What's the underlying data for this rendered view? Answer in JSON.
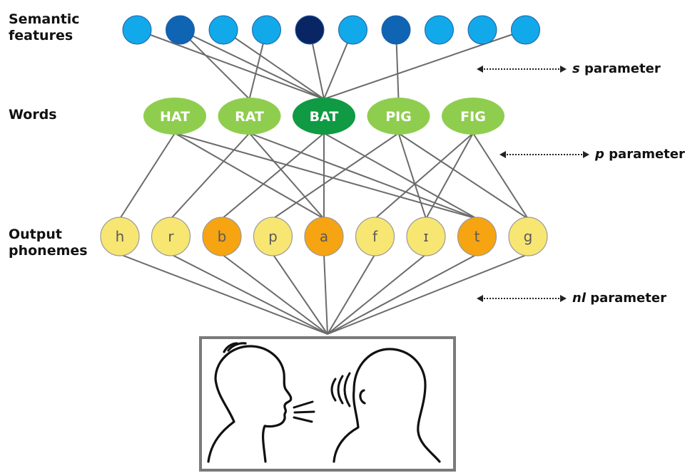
{
  "labels": {
    "semantic_line1": "Semantic",
    "semantic_line2": "features",
    "words": "Words",
    "output_line1": "Output",
    "output_line2": "phonemes"
  },
  "parameters": [
    {
      "var": "s",
      "text": " parameter"
    },
    {
      "var": "p",
      "text": " parameter"
    },
    {
      "var": "nl",
      "text": " parameter"
    }
  ],
  "colors": {
    "feature_light": "#12a9ea",
    "feature_mid": "#0f64b3",
    "feature_dark": "#0a2563",
    "word": "#8fcd4f",
    "word_selected": "#0f9a43",
    "phoneme": "#f8e673",
    "phoneme_active": "#f6a411",
    "edge": "#6b6b6b"
  },
  "features": [
    {
      "shade": "light"
    },
    {
      "shade": "mid"
    },
    {
      "shade": "light"
    },
    {
      "shade": "light"
    },
    {
      "shade": "dark"
    },
    {
      "shade": "light"
    },
    {
      "shade": "mid"
    },
    {
      "shade": "light"
    },
    {
      "shade": "light"
    },
    {
      "shade": "light"
    }
  ],
  "words": [
    {
      "label": "HAT",
      "selected": false
    },
    {
      "label": "RAT",
      "selected": false
    },
    {
      "label": "BAT",
      "selected": true
    },
    {
      "label": "PIG",
      "selected": false
    },
    {
      "label": "FIG",
      "selected": false
    }
  ],
  "phonemes": [
    {
      "label": "h",
      "active": false
    },
    {
      "label": "r",
      "active": false
    },
    {
      "label": "b",
      "active": true
    },
    {
      "label": "p",
      "active": false
    },
    {
      "label": "a",
      "active": true
    },
    {
      "label": "f",
      "active": false
    },
    {
      "label": "ɪ",
      "active": false
    },
    {
      "label": "t",
      "active": true
    },
    {
      "label": "g",
      "active": false
    }
  ],
  "feature_word_links": [
    [
      0,
      2
    ],
    [
      1,
      2
    ],
    [
      1,
      1
    ],
    [
      2,
      2
    ],
    [
      3,
      1
    ],
    [
      4,
      2
    ],
    [
      5,
      2
    ],
    [
      6,
      3
    ],
    [
      9,
      2
    ]
  ],
  "word_phoneme_links": [
    [
      0,
      0
    ],
    [
      0,
      4
    ],
    [
      0,
      7
    ],
    [
      1,
      1
    ],
    [
      1,
      4
    ],
    [
      1,
      7
    ],
    [
      2,
      2
    ],
    [
      2,
      4
    ],
    [
      2,
      7
    ],
    [
      3,
      3
    ],
    [
      3,
      6
    ],
    [
      3,
      8
    ],
    [
      4,
      5
    ],
    [
      4,
      6
    ],
    [
      4,
      8
    ]
  ]
}
